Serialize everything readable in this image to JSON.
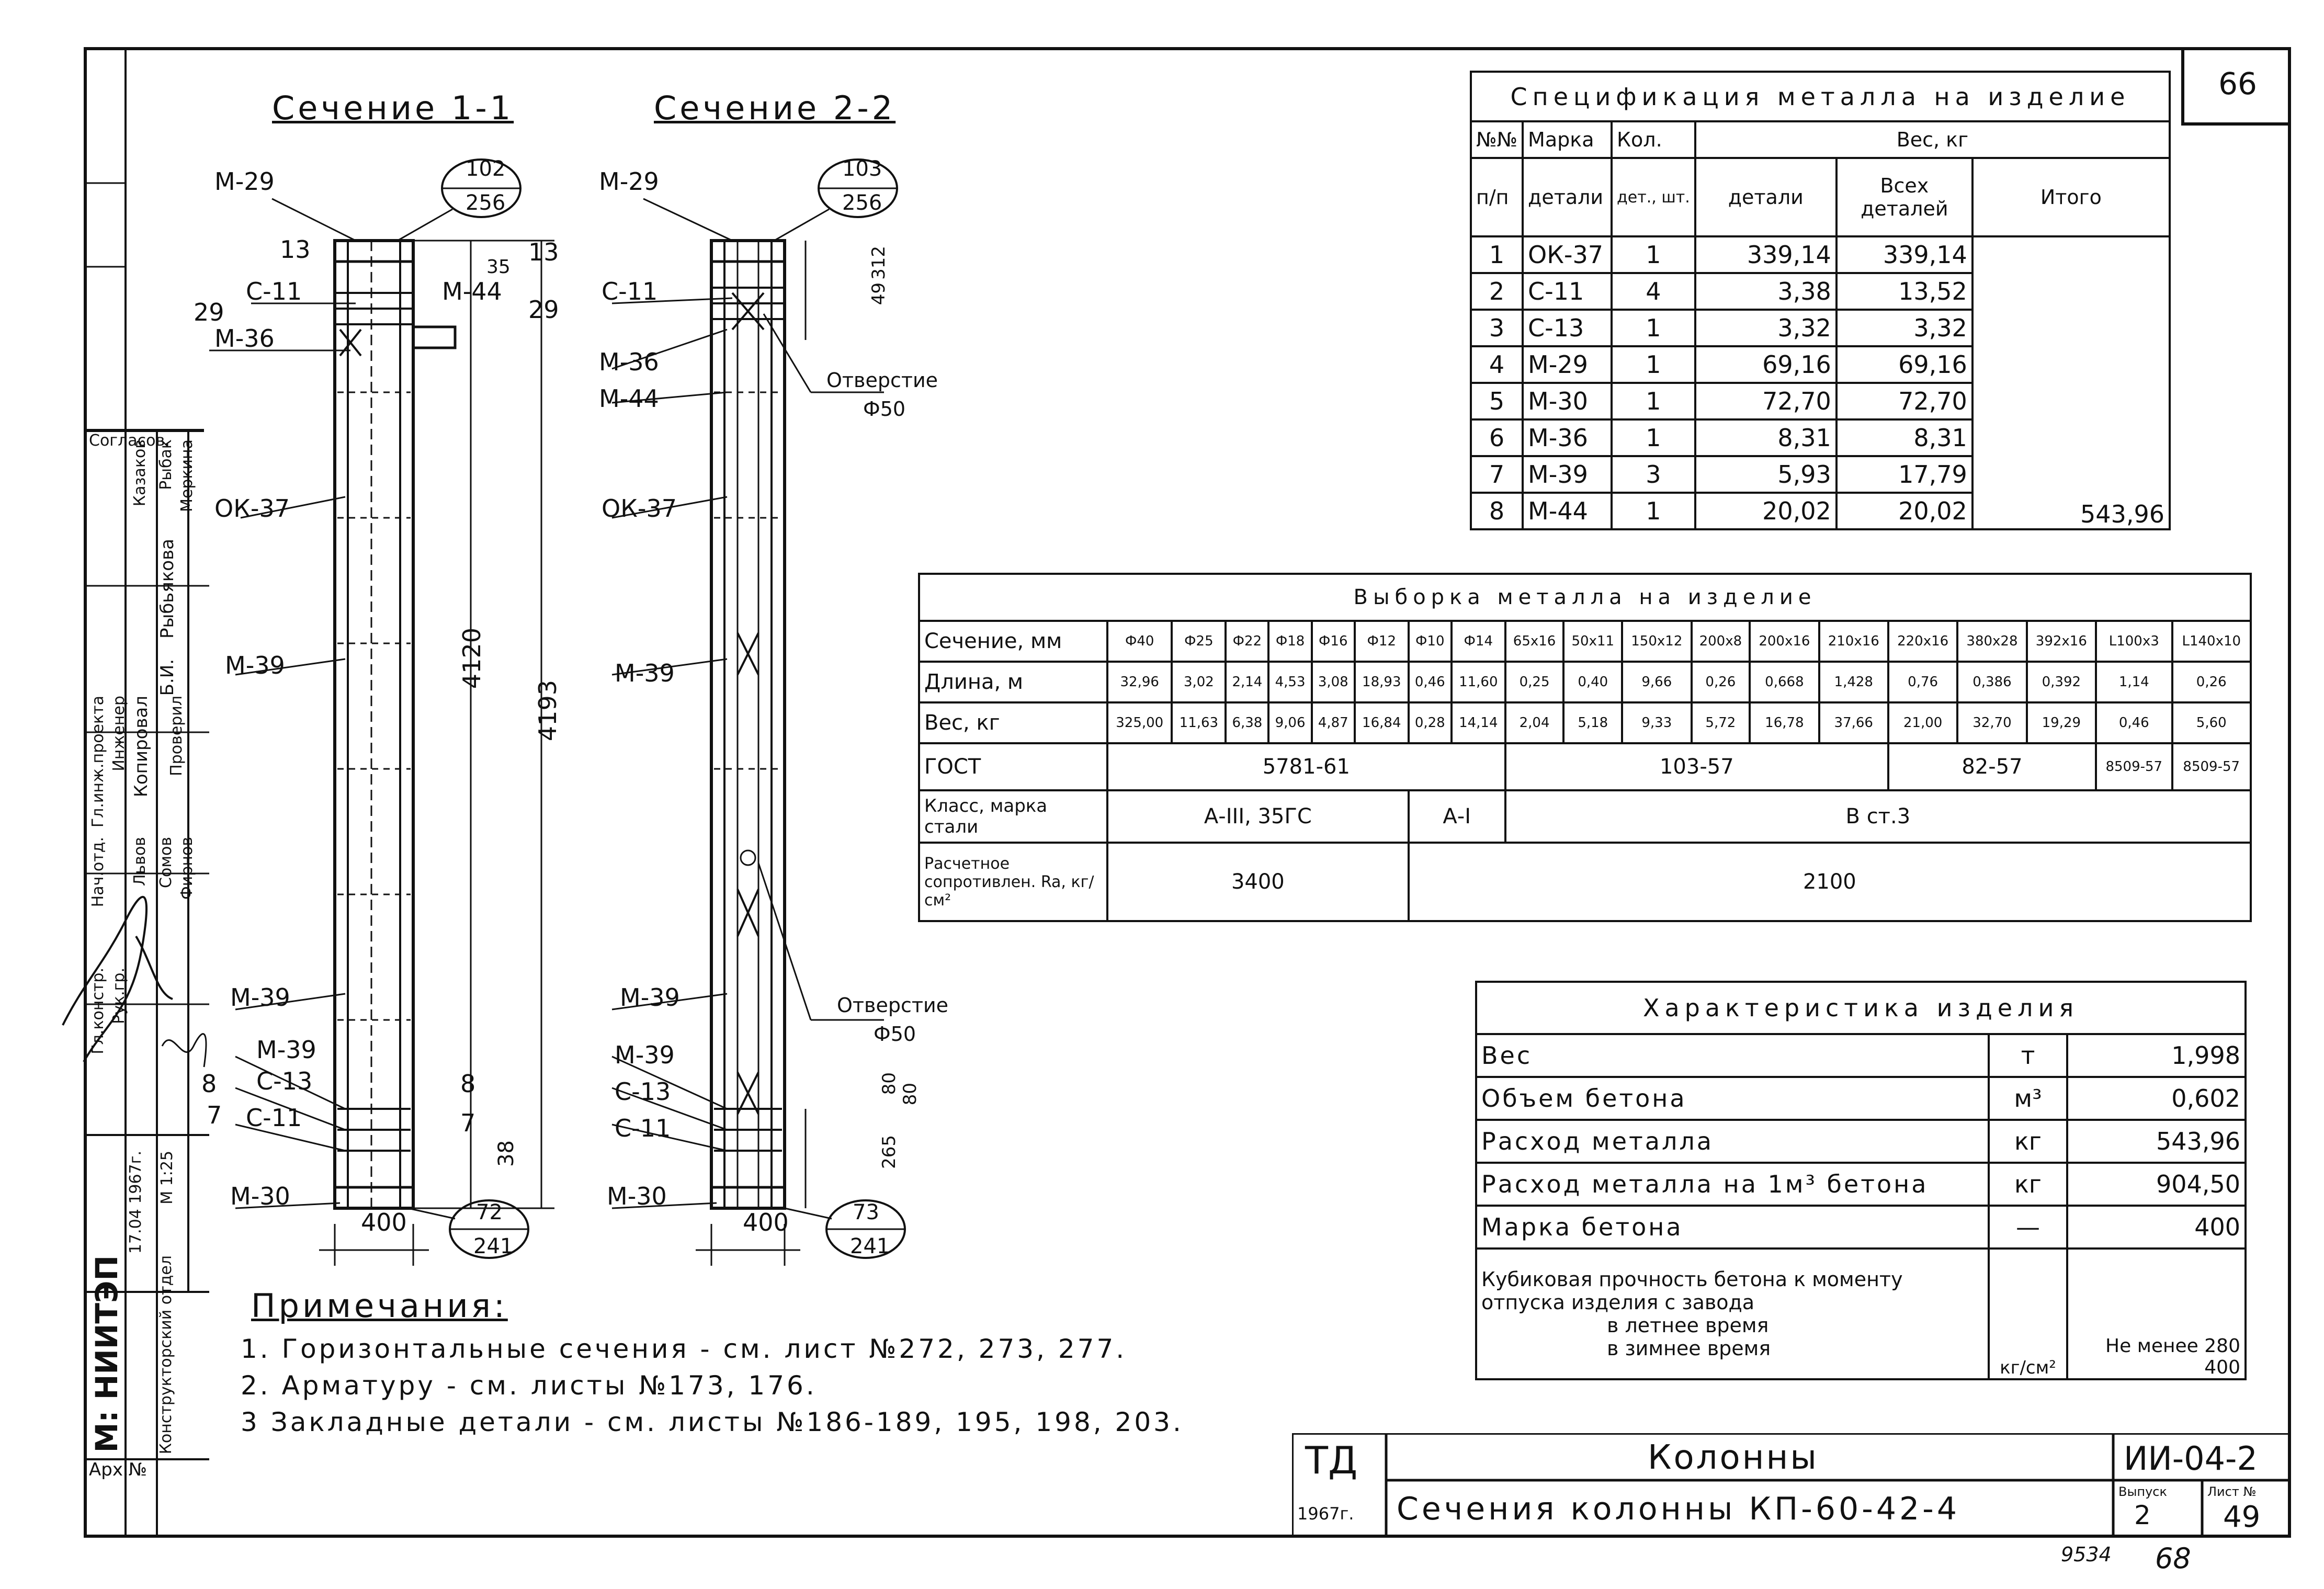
{
  "sheet_number_top": "66",
  "section_1": {
    "title": "Сечение 1-1",
    "bubble_top": [
      "102",
      "256"
    ],
    "bubble_bottom": [
      "72",
      "241"
    ],
    "labels": [
      "М-29",
      "С-11",
      "М-44",
      "М-36",
      "ОК-37",
      "М-39",
      "М-39",
      "М-39",
      "С-13",
      "С-11",
      "М-30"
    ],
    "dims": {
      "top_a": "13",
      "top_b": "13",
      "top_c": "35",
      "left": "29",
      "right": "29",
      "height_inner": "4120",
      "height_total": "4193",
      "bottom": "38",
      "width": "400",
      "mark_8_left": "8",
      "mark_8_right": "8",
      "mark_7_left": "7",
      "mark_7_right": "7"
    }
  },
  "section_2": {
    "title": "Сечение 2-2",
    "bubble_top": [
      "103",
      "256"
    ],
    "bubble_bottom": [
      "73",
      "241"
    ],
    "labels": [
      "М-29",
      "С-11",
      "М-36",
      "М-44",
      "ОК-37",
      "М-39",
      "М-39",
      "М-39",
      "С-13",
      "С-11",
      "М-30"
    ],
    "hole_top": [
      "Отверстие",
      "Ф50"
    ],
    "hole_mid": [
      "Отверстие",
      "Ф50"
    ],
    "dims": {
      "top_a": "312",
      "top_b": "49",
      "bot_a": "80",
      "bot_b": "80",
      "bot_c": "265",
      "width": "400"
    }
  },
  "spec_table": {
    "title": "Спецификация металла на изделие",
    "headers": {
      "num": "№№",
      "num2": "п/п",
      "mark": "Марка",
      "mark2": "детали",
      "qty": "Кол.",
      "qty2": "дет., шт.",
      "weight": "Вес, кг",
      "w_detail": "детали",
      "w_all": "Всех",
      "w_all2": "деталей",
      "w_total": "Итого"
    },
    "rows": [
      [
        "1",
        "ОК-37",
        "1",
        "339,14",
        "339,14"
      ],
      [
        "2",
        "С-11",
        "4",
        "3,38",
        "13,52"
      ],
      [
        "3",
        "С-13",
        "1",
        "3,32",
        "3,32"
      ],
      [
        "4",
        "М-29",
        "1",
        "69,16",
        "69,16"
      ],
      [
        "5",
        "М-30",
        "1",
        "72,70",
        "72,70"
      ],
      [
        "6",
        "М-36",
        "1",
        "8,31",
        "8,31"
      ],
      [
        "7",
        "М-39",
        "3",
        "5,93",
        "17,79"
      ],
      [
        "8",
        "М-44",
        "1",
        "20,02",
        "20,02"
      ]
    ],
    "total": "543,96"
  },
  "vyborka": {
    "title": "Выборка металла на изделие",
    "row_labels": {
      "section": "Сечение, мм",
      "length": "Длина, м",
      "weight": "Вес, кг",
      "gost": "ГОСТ",
      "klass": "Класс, марка стали",
      "rs": "Расчетное сопротивлен. Ra, кг/см²"
    },
    "sections": [
      "Ф40",
      "Ф25",
      "Ф22",
      "Ф18",
      "Ф16",
      "Ф12",
      "Ф10",
      "Ф14",
      "65х16",
      "50х11",
      "150х12",
      "200х8",
      "200х16",
      "210х16",
      "220х16",
      "380х28",
      "392х16",
      "L100х3",
      "L140х10"
    ],
    "lengths": [
      "32,96",
      "3,02",
      "2,14",
      "4,53",
      "3,08",
      "18,93",
      "0,46",
      "11,60",
      "0,25",
      "0,40",
      "9,66",
      "0,26",
      "0,668",
      "1,428",
      "0,76",
      "0,386",
      "0,392",
      "1,14",
      "0,26"
    ],
    "weights": [
      "325,00",
      "11,63",
      "6,38",
      "9,06",
      "4,87",
      "16,84",
      "0,28",
      "14,14",
      "2,04",
      "5,18",
      "9,33",
      "5,72",
      "16,78",
      "37,66",
      "21,00",
      "32,70",
      "19,29",
      "0,46",
      "5,60"
    ],
    "gost": [
      "5781-61",
      "103-57",
      "82-57",
      "8509-57",
      "8509-57"
    ],
    "klass": [
      "А-III, 35ГС",
      "А-I",
      "В ст.3"
    ],
    "rs": [
      "3400",
      "2100"
    ]
  },
  "harakteristika": {
    "title": "Характеристика изделия",
    "rows": [
      [
        "Вес",
        "т",
        "1,998"
      ],
      [
        "Объем бетона",
        "м³",
        "0,602"
      ],
      [
        "Расход металла",
        "кг",
        "543,96"
      ],
      [
        "Расход металла на 1м³ бетона",
        "кг",
        "904,50"
      ],
      [
        "Марка бетона",
        "—",
        "400"
      ]
    ],
    "strength_label": "Кубиковая прочность бетона к моменту отпуска изделия с завода",
    "summer": "в летнее время",
    "winter": "в зимнее время",
    "strength_unit": "кг/см²",
    "summer_value": "Не менее 280",
    "winter_value": "400"
  },
  "notes": {
    "heading": "Примечания:",
    "items": [
      "1. Горизонтальные сечения - см. лист №272, 273, 277.",
      "2. Арматуру - см. листы №173, 176.",
      "3 Закладные детали - см. листы №186-189, 195, 198, 203."
    ]
  },
  "title_block": {
    "td": "ТД",
    "year": "1967г.",
    "main": "Колонны",
    "sub": "Сечения колонны КП-60-42-4",
    "code": "ИИ-04-2",
    "vypusk_label": "Выпуск",
    "vypusk": "2",
    "list_label": "Лист №",
    "list": "49"
  },
  "bottom_numbers": {
    "left": "9534",
    "right": "68"
  },
  "side_stamp": {
    "org": "М: НИИТЭП",
    "dept": "Конструкторский отдел",
    "arch": "Арх.№",
    "date": "17.04 1967г.",
    "scale": "М 1:25",
    "soglas": "Согласов.",
    "roles": [
      "Нач.отд.",
      "Гл.инж.проекта",
      "Гл.констр.",
      "Рук.гр.",
      "Инженер",
      "Проверил"
    ],
    "names": [
      "Львов",
      "Сомов",
      "Фирнов",
      "Казаков",
      "Рыбак",
      "Меркина"
    ],
    "top_text": [
      "Копировал",
      "Б.И.",
      "Рыбьякова"
    ]
  }
}
